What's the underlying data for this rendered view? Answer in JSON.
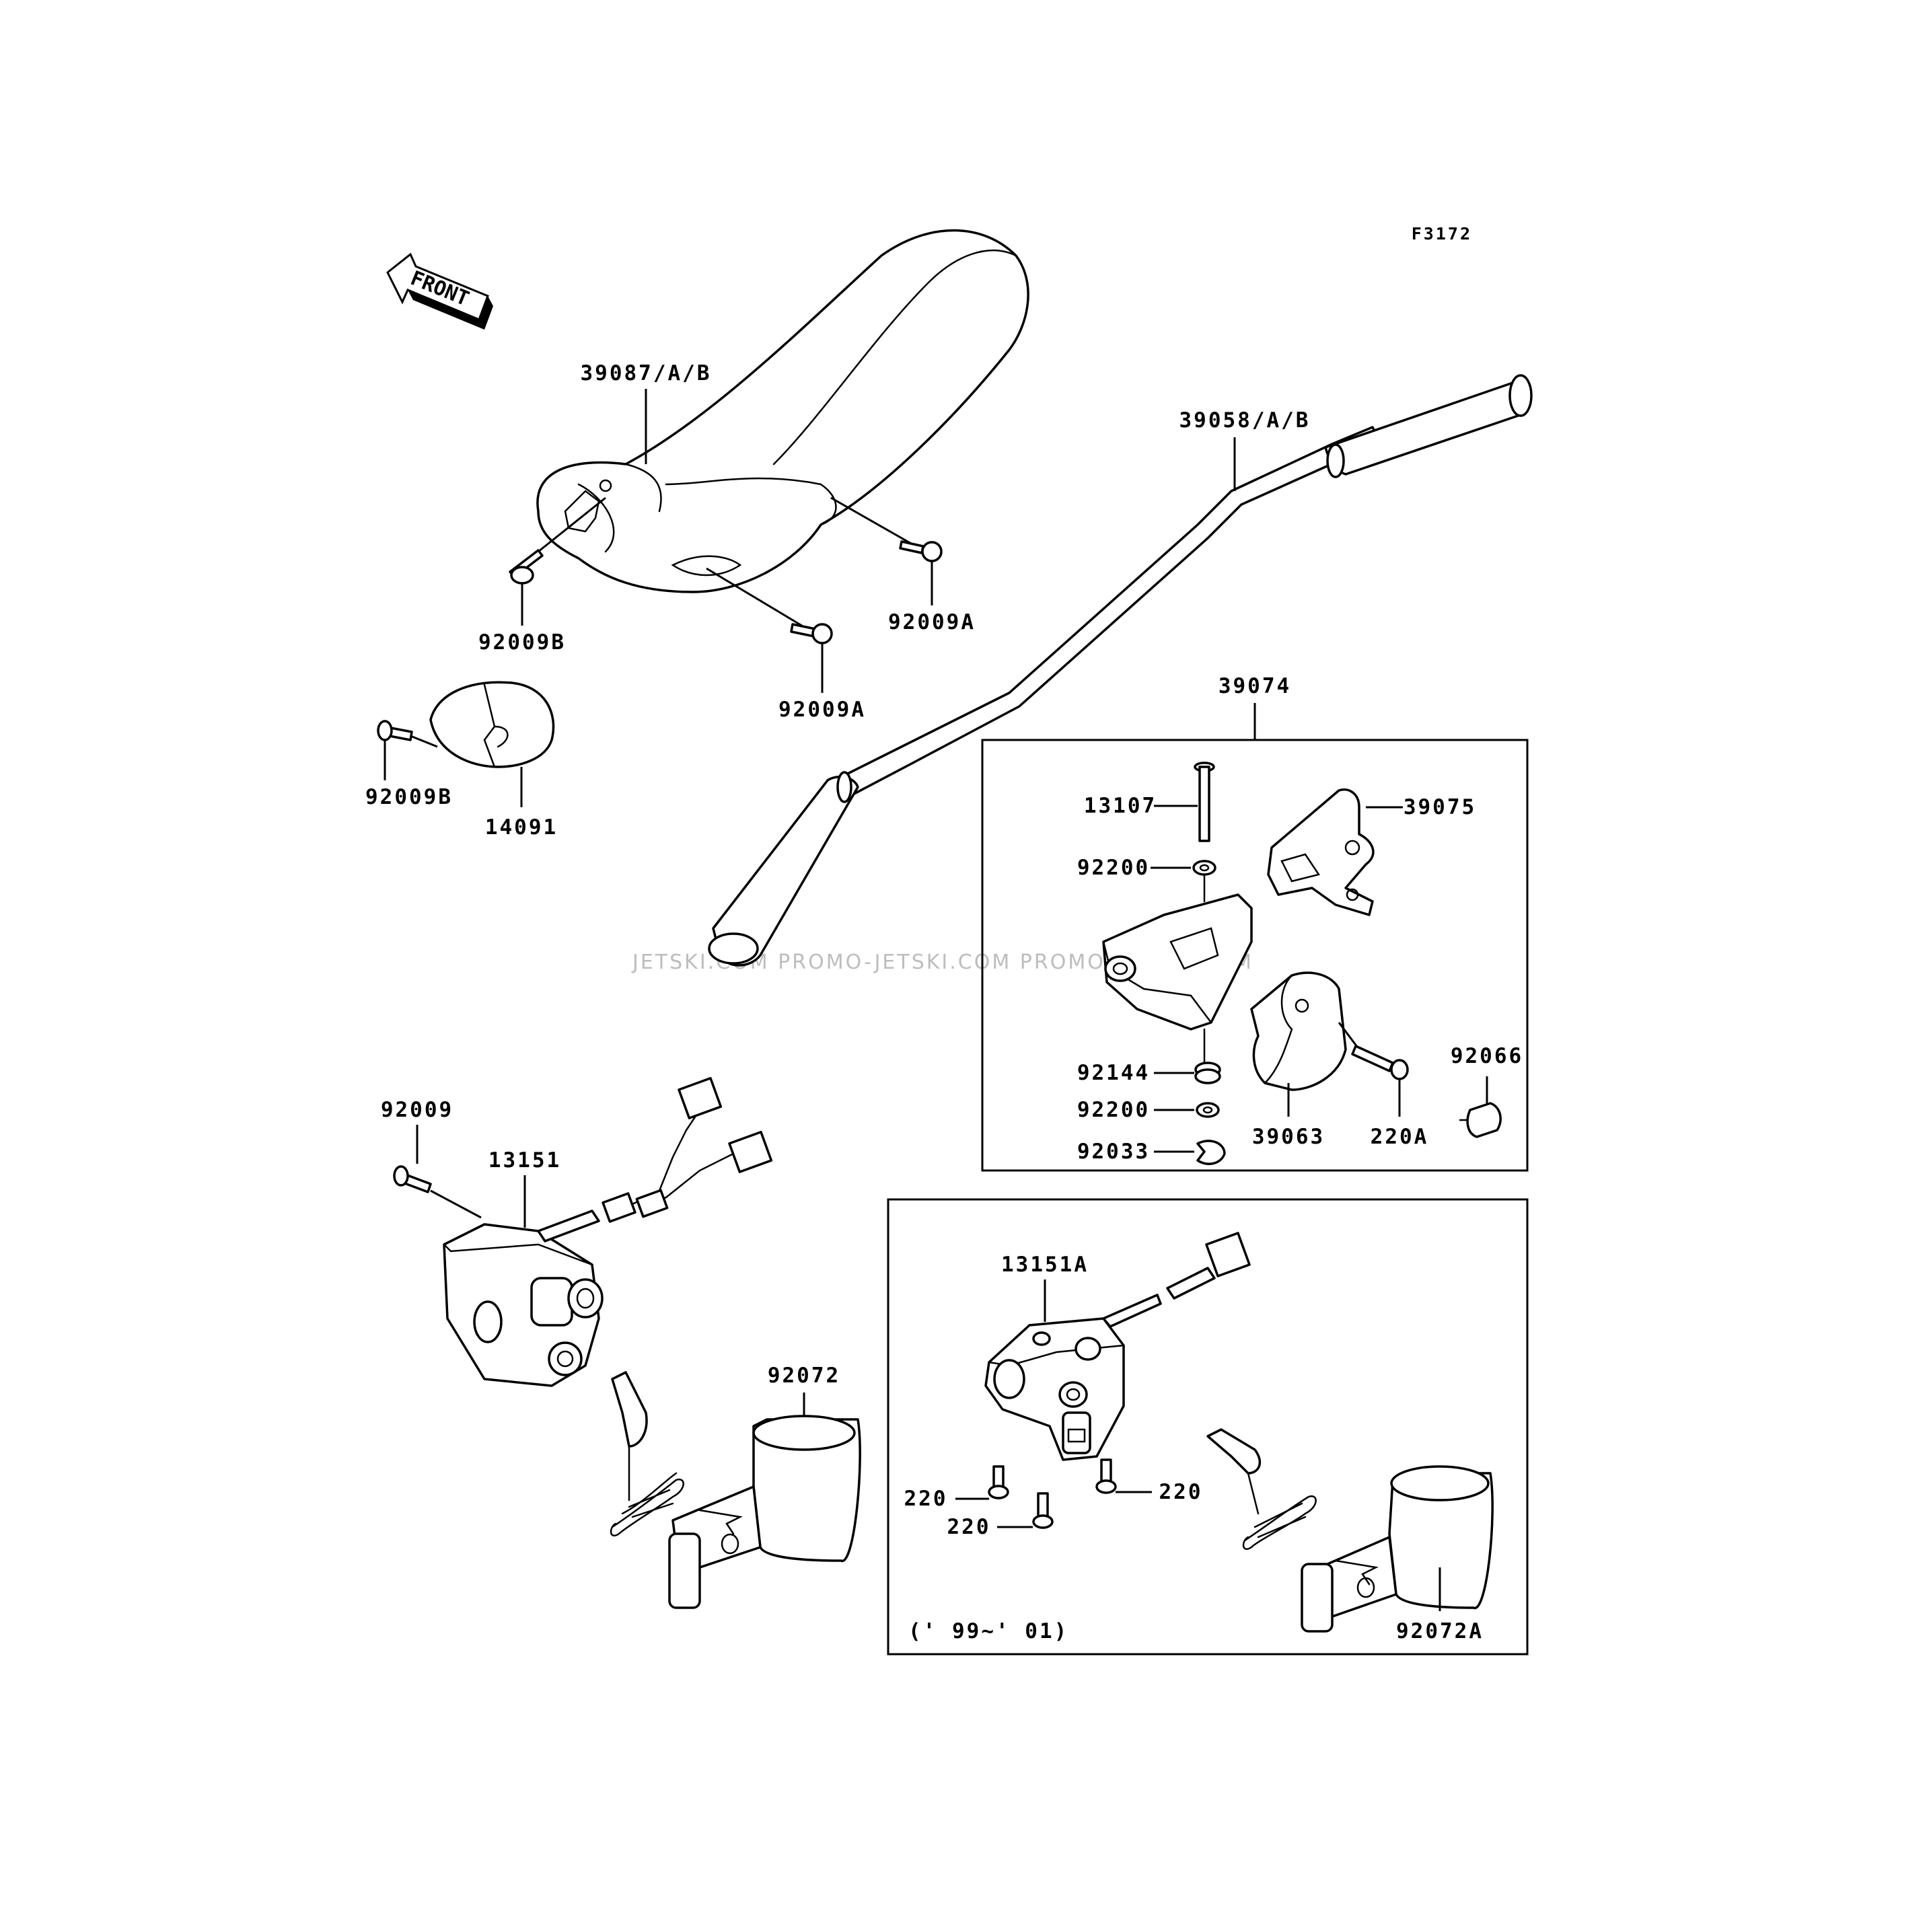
{
  "figure_code": "F3172",
  "direction_label": "FRONT",
  "watermark": "JETSKI.COM   PROMO-JETSKI.COM   PROMO-JETSKI.COM",
  "year_note": "(' 99~' 01)",
  "labels": {
    "p39087": "39087/A/B",
    "p39058": "39058/A/B",
    "p92009B_1": "92009B",
    "p92009A_1": "92009A",
    "p92009A_2": "92009A",
    "p92009B_2": "92009B",
    "p14091": "14091",
    "p39074": "39074",
    "p13107": "13107",
    "p39075": "39075",
    "p92200_1": "92200",
    "p92144": "92144",
    "p92200_2": "92200",
    "p92033": "92033",
    "p39063": "39063",
    "p220A": "220A",
    "p92066": "92066",
    "p92009": "92009",
    "p13151": "13151",
    "p92072": "92072",
    "p13151A": "13151A",
    "p220_1": "220",
    "p220_2": "220",
    "p220_3": "220",
    "p92072A": "92072A"
  }
}
